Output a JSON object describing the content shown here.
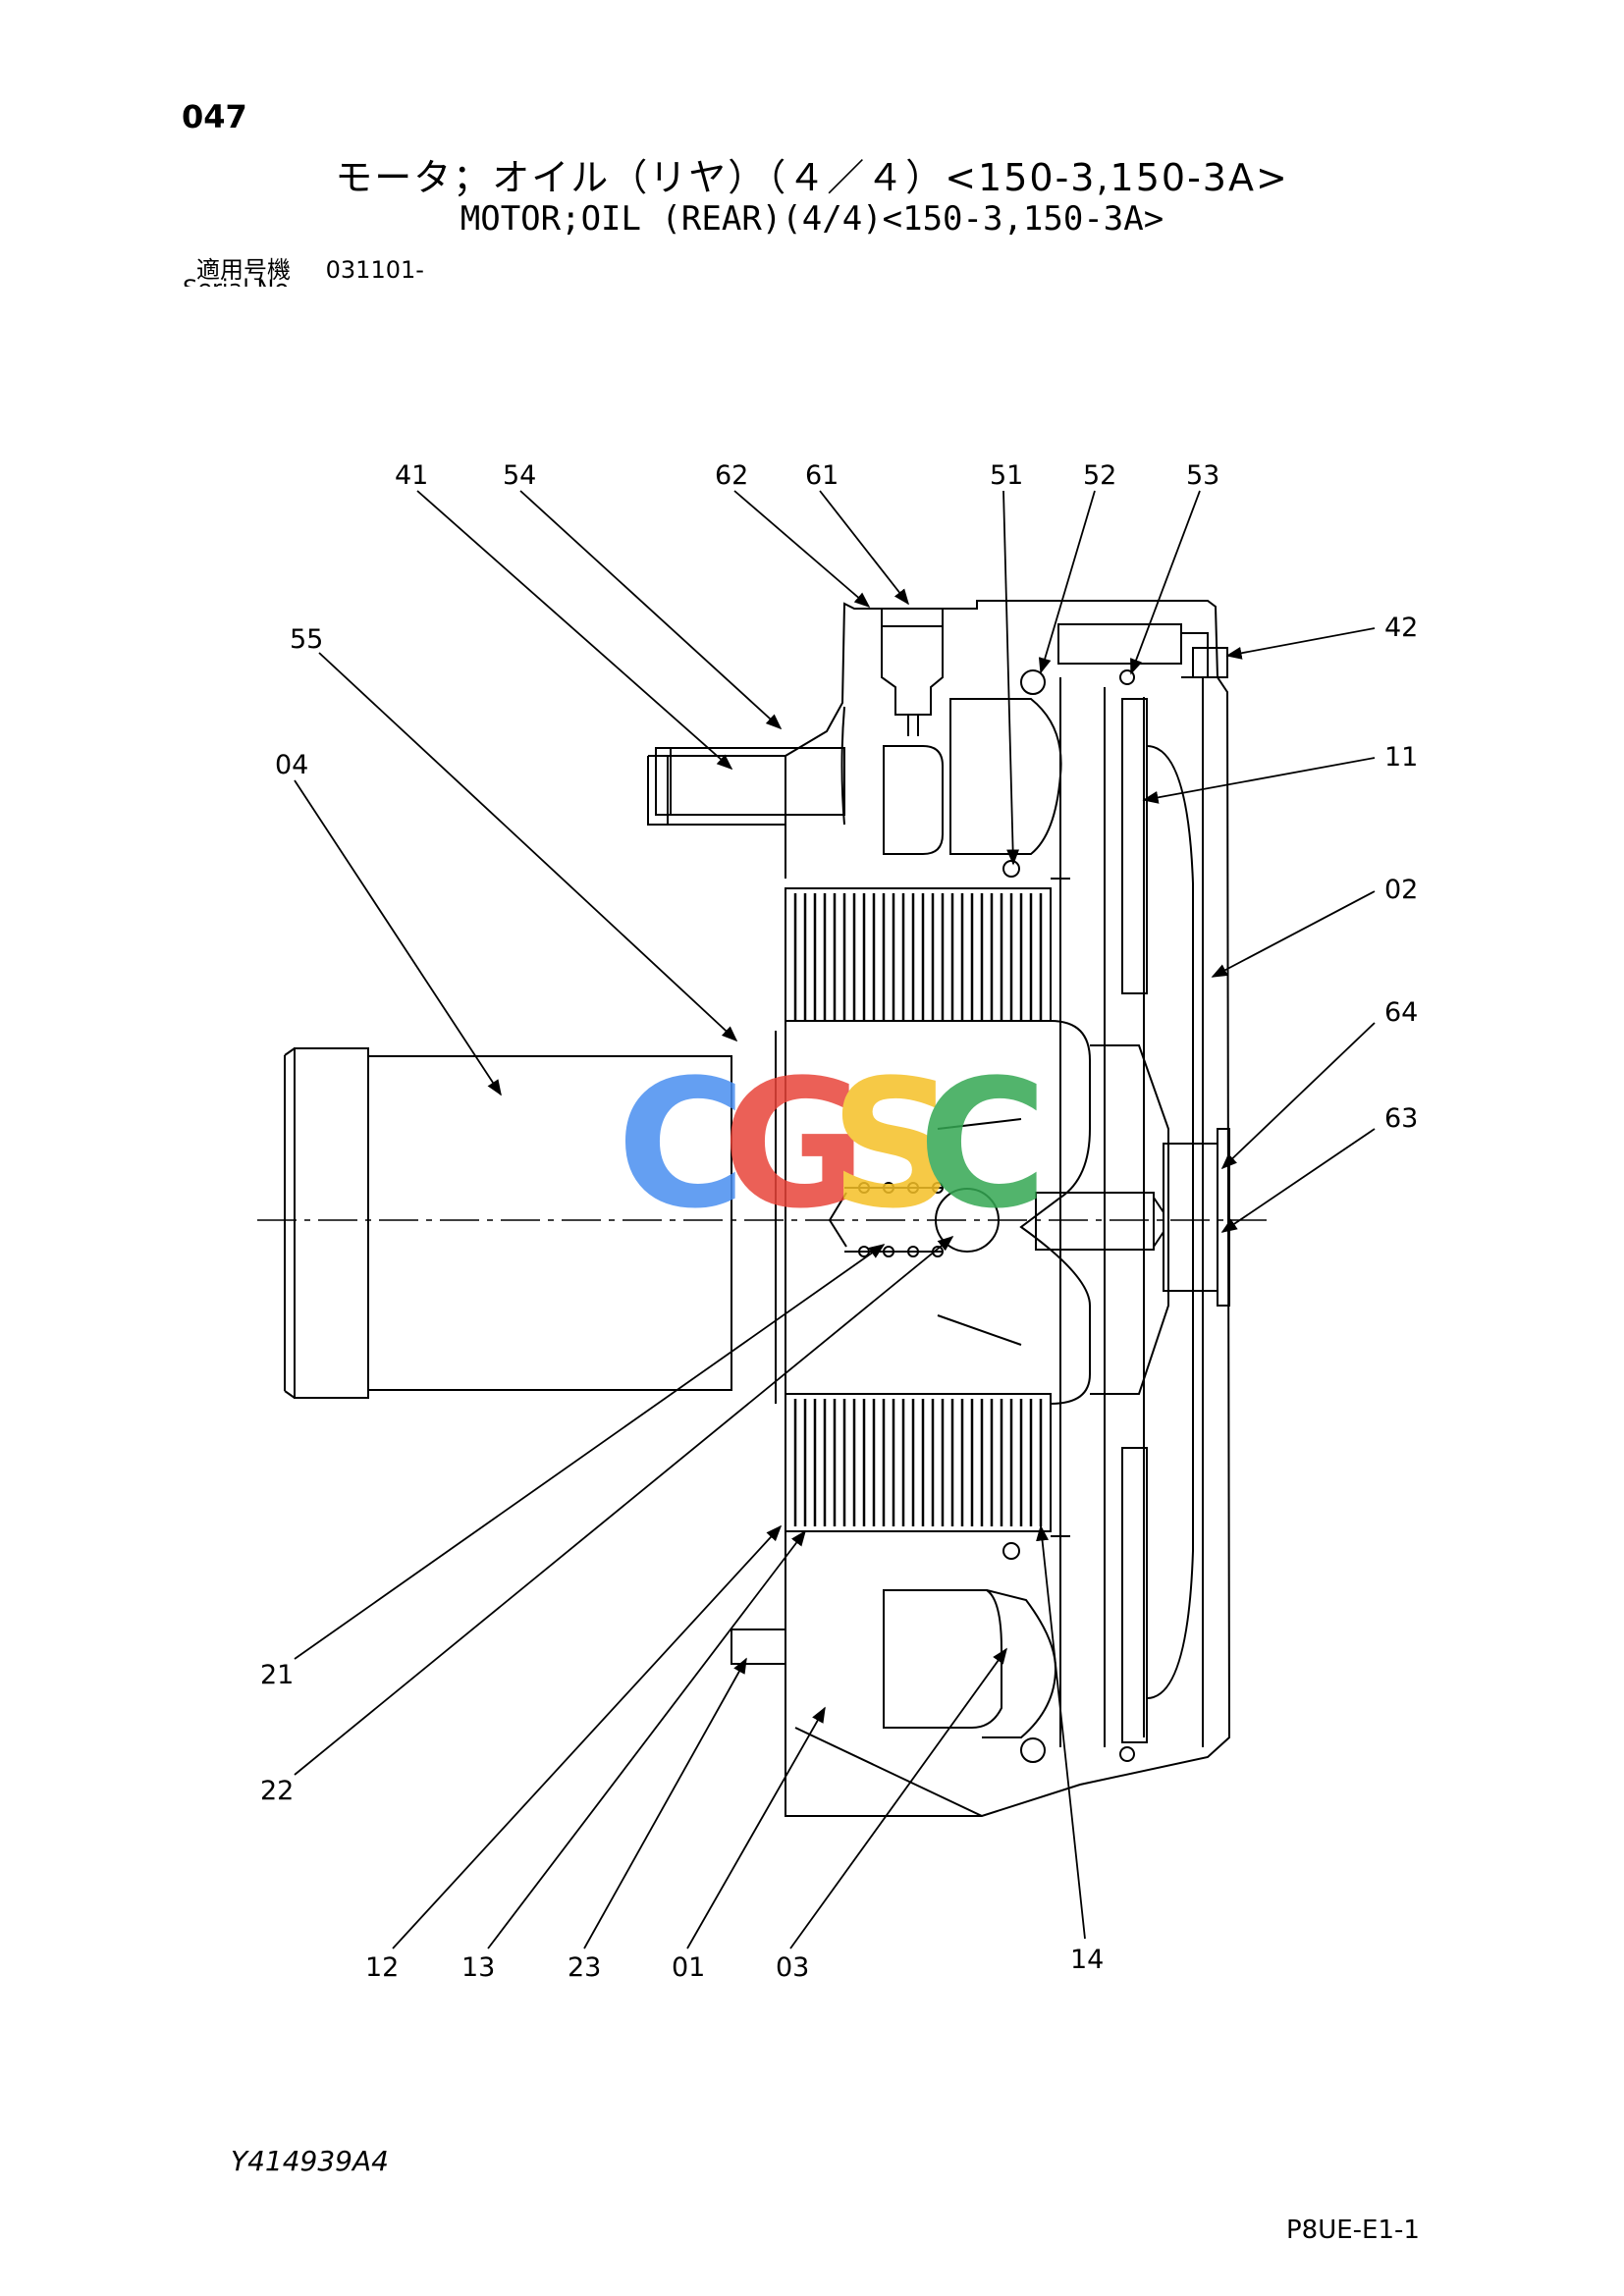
{
  "header": {
    "page_number": "047",
    "title_jp": "モータ；オイル（リヤ）（４／４）<150-3,150-3A>",
    "title_en": "MOTOR;OIL (REAR)(4/4)<150-3,150-3A>",
    "serial_label": "適用号機",
    "serial_value": "031101-",
    "serial_label_en": "Serial No."
  },
  "footer": {
    "doc_id": "Y414939A4",
    "sheet_id": "P8UE-E1-1"
  },
  "watermark": {
    "letters": [
      "C",
      "G",
      "S",
      "C"
    ],
    "colors": [
      "#4a8ff0",
      "#e8453a",
      "#f5c026",
      "#34a853"
    ]
  },
  "callouts": {
    "c41": "41",
    "c54": "54",
    "c62": "62",
    "c61": "61",
    "c51": "51",
    "c52": "52",
    "c53": "53",
    "c42": "42",
    "c11": "11",
    "c02": "02",
    "c64": "64",
    "c63": "63",
    "c55": "55",
    "c04": "04",
    "c21": "21",
    "c22": "22",
    "c12": "12",
    "c13": "13",
    "c23": "23",
    "c01": "01",
    "c03": "03",
    "c14": "14"
  }
}
